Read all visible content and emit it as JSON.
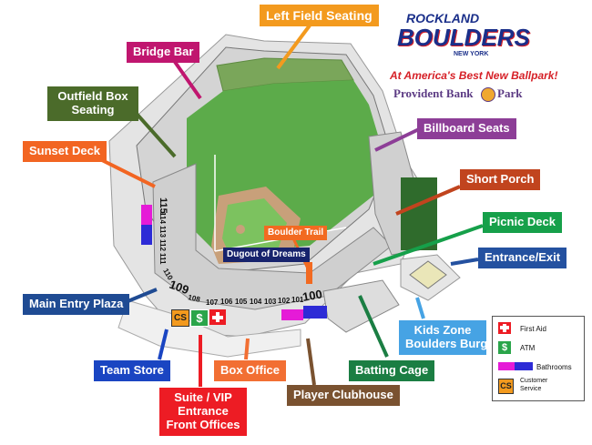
{
  "logo": {
    "line1": "ROCKLAND",
    "line2": "BOULDERS",
    "sub": "NEW YORK",
    "tagline": "At America's Best New Ballpark!",
    "park": "Provident Bank",
    "park2": "Park"
  },
  "labels": {
    "left_field": "Left Field Seating",
    "bridge_bar": "Bridge Bar",
    "outfield_box_1": "Outfield Box",
    "outfield_box_2": "Seating",
    "sunset_deck": "Sunset Deck",
    "billboard": "Billboard Seats",
    "short_porch": "Short Porch",
    "picnic_deck": "Picnic Deck",
    "entrance_exit": "Entrance/Exit",
    "boulder_trail": "Boulder Trail",
    "dugout": "Dugout of Dreams",
    "main_entry": "Main Entry Plaza",
    "kids_zone_1": "Kids Zone",
    "kids_zone_2": "Boulders Burg",
    "team_store": "Team Store",
    "box_office": "Box Office",
    "batting_cage": "Batting Cage",
    "suite_1": "Suite / VIP",
    "suite_2": "Entrance",
    "suite_3": "Front Offices",
    "player_clubhouse": "Player Clubhouse"
  },
  "sections": {
    "s115": "115",
    "s114": "114",
    "s113": "113",
    "s112": "112",
    "s111": "111",
    "s110": "110",
    "s109": "109",
    "s108": "108",
    "s107": "107",
    "s106": "106",
    "s105": "105",
    "s104": "104",
    "s103": "103",
    "s102": "102",
    "s101": "101",
    "s100": "100"
  },
  "legend": {
    "first_aid": "First Aid",
    "atm": "ATM",
    "bathrooms": "Bathrooms",
    "customer_1": "Customer",
    "customer_2": "Service",
    "cs": "CS",
    "dollar": "$"
  },
  "colors": {
    "left_field": "#f39a1e",
    "bridge_bar": "#c0166f",
    "outfield_box": "#4b6b2a",
    "sunset_deck": "#f26522",
    "billboard": "#8d3e97",
    "short_porch": "#c1441e",
    "picnic_deck": "#16a04a",
    "entrance_exit": "#2451a0",
    "main_entry": "#1f4b93",
    "kids_zone": "#46a3e4",
    "team_store": "#1a45c2",
    "box_office": "#f26f33",
    "batting_cage": "#1b7e43",
    "suite": "#ed1c24",
    "player_clubhouse": "#7a5230",
    "boulder_trail": "#f26a21",
    "dugout": "#17236d"
  }
}
